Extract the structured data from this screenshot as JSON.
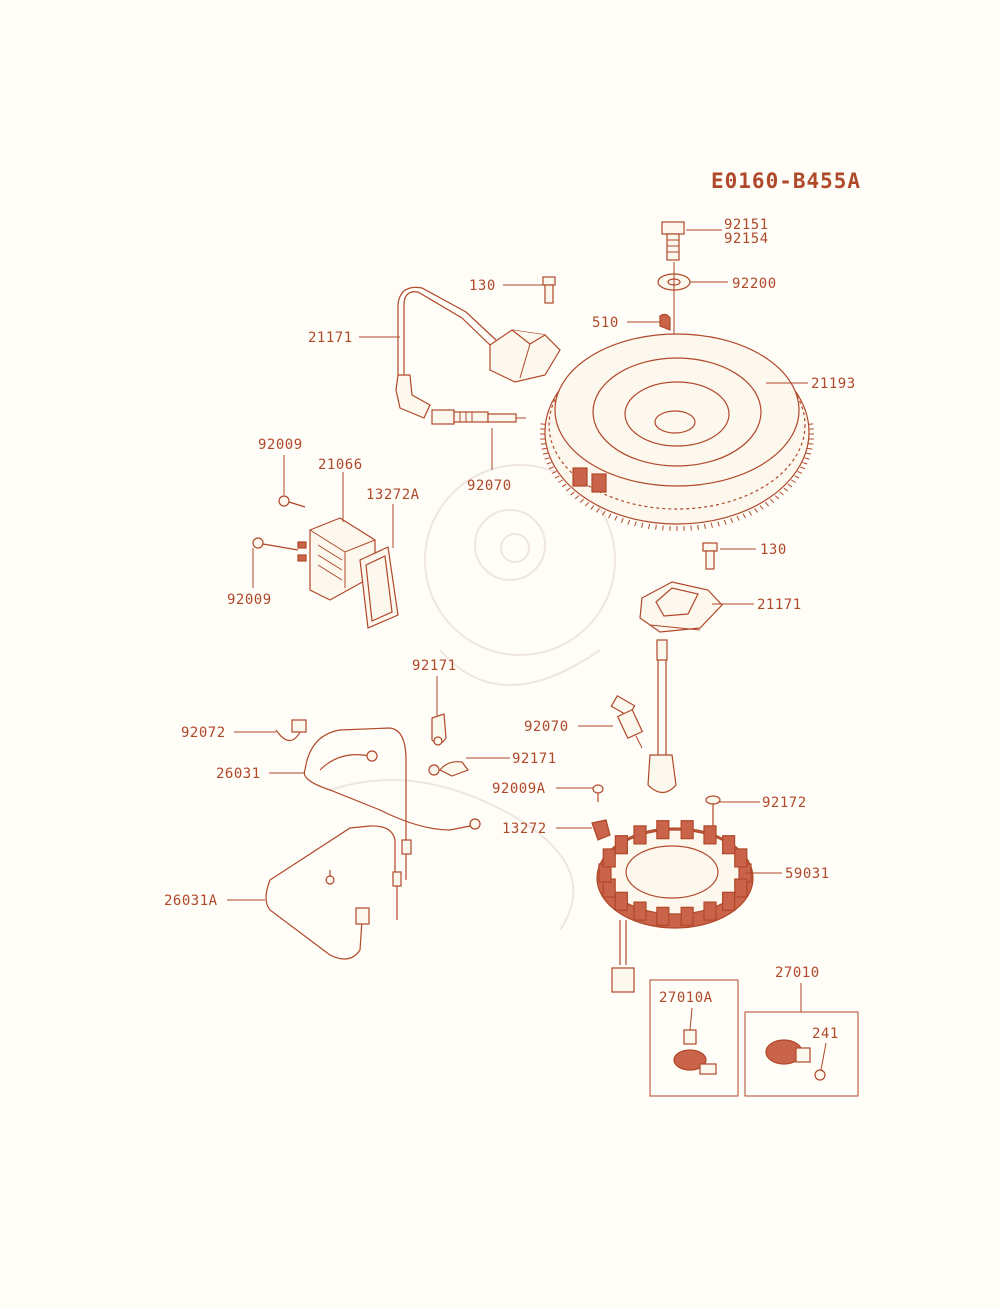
{
  "diagram": {
    "code": "E0160-B455A",
    "colors": {
      "ink": "#b0482a",
      "fill_dark": "#c9634a",
      "paper": "#fefdf7"
    },
    "callouts": {
      "bolt_92151": "92151",
      "bolt_92154": "92154",
      "washer_92200": "92200",
      "key_510": "510",
      "flywheel_21193": "21193",
      "bolt_130_top": "130",
      "coil_21171_top": "21171",
      "plug_92070_top": "92070",
      "screw_92009_top": "92009",
      "regulator_21066": "21066",
      "gasket_13272A": "13272A",
      "screw_92009_bottom": "92009",
      "bolt_130_mid": "130",
      "coil_21171_mid": "21171",
      "clamp_92171_top": "92171",
      "plug_92070_mid": "92070",
      "connector_92072": "92072",
      "clamp_92171_mid": "92171",
      "harness_26031": "26031",
      "screw_92009A": "92009A",
      "bolt_92172": "92172",
      "plate_13272": "13272",
      "stator_59031": "59031",
      "harness_26031A": "26031A",
      "switch_27010": "27010",
      "switch_27010A": "27010A",
      "screw_241": "241"
    }
  }
}
